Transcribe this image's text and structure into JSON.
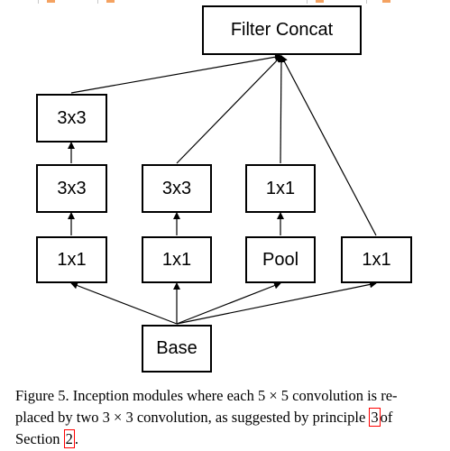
{
  "boxes": {
    "filter_concat": "Filter Concat",
    "left_top": "3x3",
    "left_mid": "3x3",
    "left_bottom": "1x1",
    "center_left_mid": "3x3",
    "center_left_bottom": "1x1",
    "center_right_mid": "1x1",
    "pool": "Pool",
    "right_bottom": "1x1",
    "base": "Base"
  },
  "caption": {
    "line1": "Figure 5. Inception modules where each 5 × 5 convolution is re-",
    "line2_pre": "placed by two 3 × 3 convolution, as suggested by principle",
    "ref_principle": "3",
    "line2_post": "of",
    "line3_pre": "Section",
    "ref_section": "2",
    "line3_post": "."
  },
  "colors": {
    "reference_box": "#ff0000",
    "top_strip_accent": "#f4a261"
  }
}
